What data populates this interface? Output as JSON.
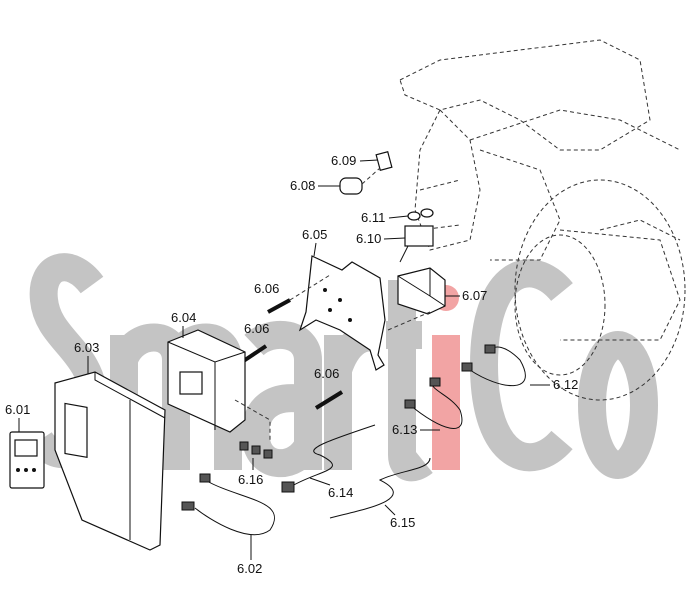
{
  "watermark": {
    "text_main": "Smart",
    "text_accent": "i",
    "text_end": "Co",
    "color": "#bdbdbd",
    "accent_color": "#f2a4a4"
  },
  "labels": {
    "p601": "6.01",
    "p602": "6.02",
    "p603": "6.03",
    "p604": "6.04",
    "p605": "6.05",
    "p606a": "6.06",
    "p606b": "6.06",
    "p606c": "6.06",
    "p607": "6.07",
    "p608": "6.08",
    "p609": "6.09",
    "p610": "6.10",
    "p611": "6.11",
    "p612": "6.12",
    "p613": "6.13",
    "p614": "6.14",
    "p615": "6.15",
    "p616": "6.16"
  }
}
